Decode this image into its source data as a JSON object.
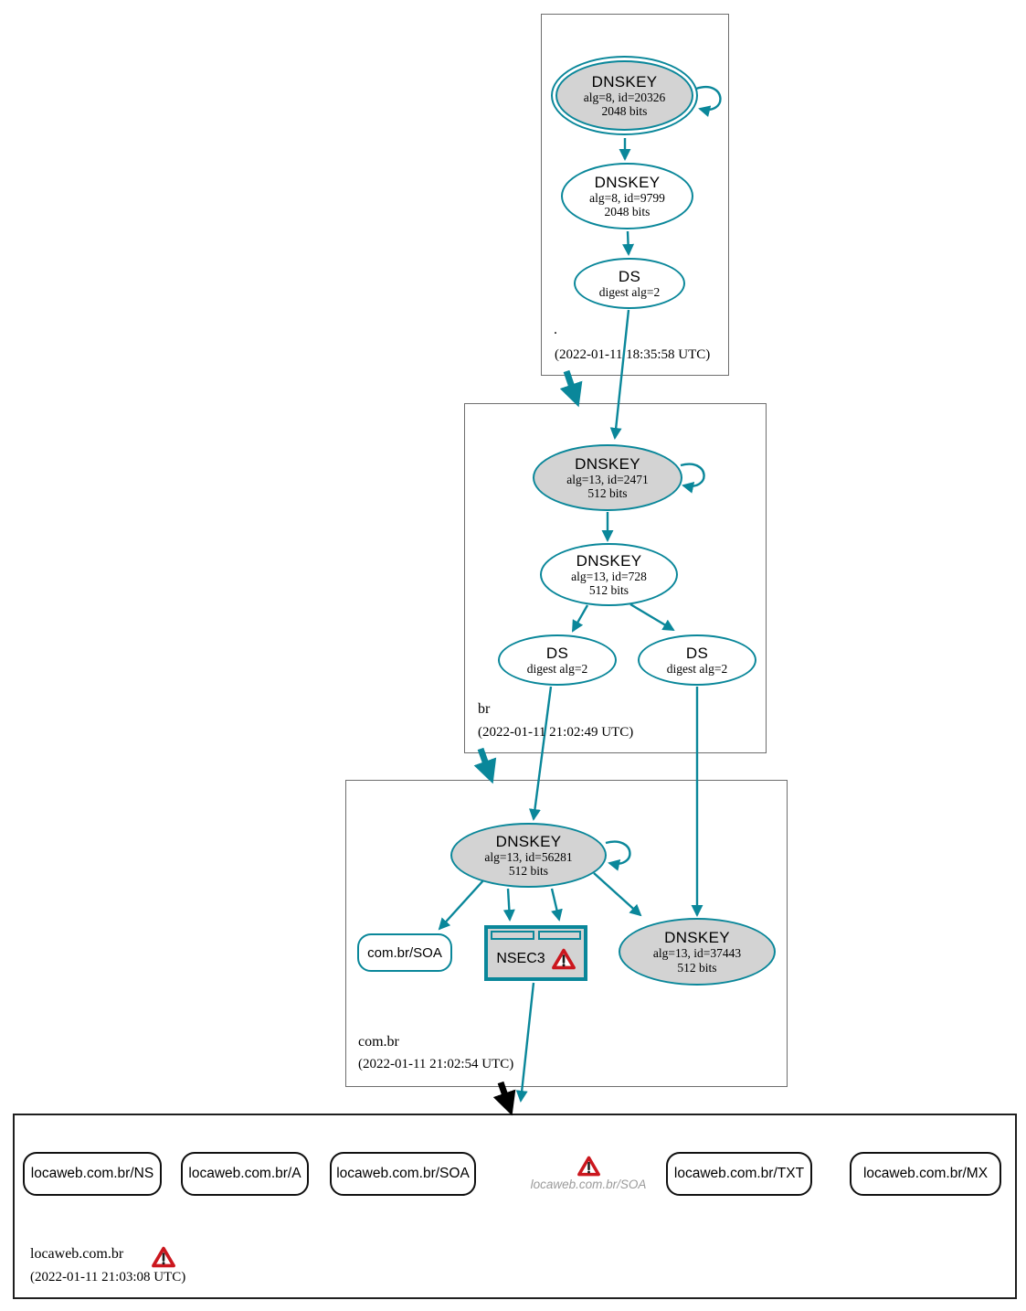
{
  "colors": {
    "secure_teal": "#0a879a",
    "node_fill_gray": "#d3d3d3",
    "warning_red": "#cb171e",
    "ghost_text_gray": "#9b9b9b",
    "delegation_black": "#000000"
  },
  "zones": {
    "root": {
      "label": ".",
      "timestamp": "(2022-01-11 18:35:58 UTC)",
      "ksk": {
        "title": "DNSKEY",
        "detail1": "alg=8, id=20326",
        "detail2": "2048 bits"
      },
      "zsk": {
        "title": "DNSKEY",
        "detail1": "alg=8, id=9799",
        "detail2": "2048 bits"
      },
      "ds": {
        "title": "DS",
        "detail1": "digest alg=2"
      }
    },
    "br": {
      "label": "br",
      "timestamp": "(2022-01-11 21:02:49 UTC)",
      "ksk": {
        "title": "DNSKEY",
        "detail1": "alg=13, id=2471",
        "detail2": "512 bits"
      },
      "zsk": {
        "title": "DNSKEY",
        "detail1": "alg=13, id=728",
        "detail2": "512 bits"
      },
      "ds_left": {
        "title": "DS",
        "detail1": "digest alg=2"
      },
      "ds_right": {
        "title": "DS",
        "detail1": "digest alg=2"
      }
    },
    "combr": {
      "label": "com.br",
      "timestamp": "(2022-01-11 21:02:54 UTC)",
      "ksk": {
        "title": "DNSKEY",
        "detail1": "alg=13, id=56281",
        "detail2": "512 bits"
      },
      "soa": {
        "label": "com.br/SOA"
      },
      "nsec3": {
        "label": "NSEC3"
      },
      "key2": {
        "title": "DNSKEY",
        "detail1": "alg=13, id=37443",
        "detail2": "512 bits"
      }
    },
    "locaweb": {
      "label": "locaweb.com.br",
      "timestamp": "(2022-01-11 21:03:08 UTC)",
      "rrsets": {
        "ns": "locaweb.com.br/NS",
        "a": "locaweb.com.br/A",
        "soa": "locaweb.com.br/SOA",
        "txt": "locaweb.com.br/TXT",
        "mx": "locaweb.com.br/MX"
      },
      "ghost_soa": "locaweb.com.br/SOA"
    }
  }
}
